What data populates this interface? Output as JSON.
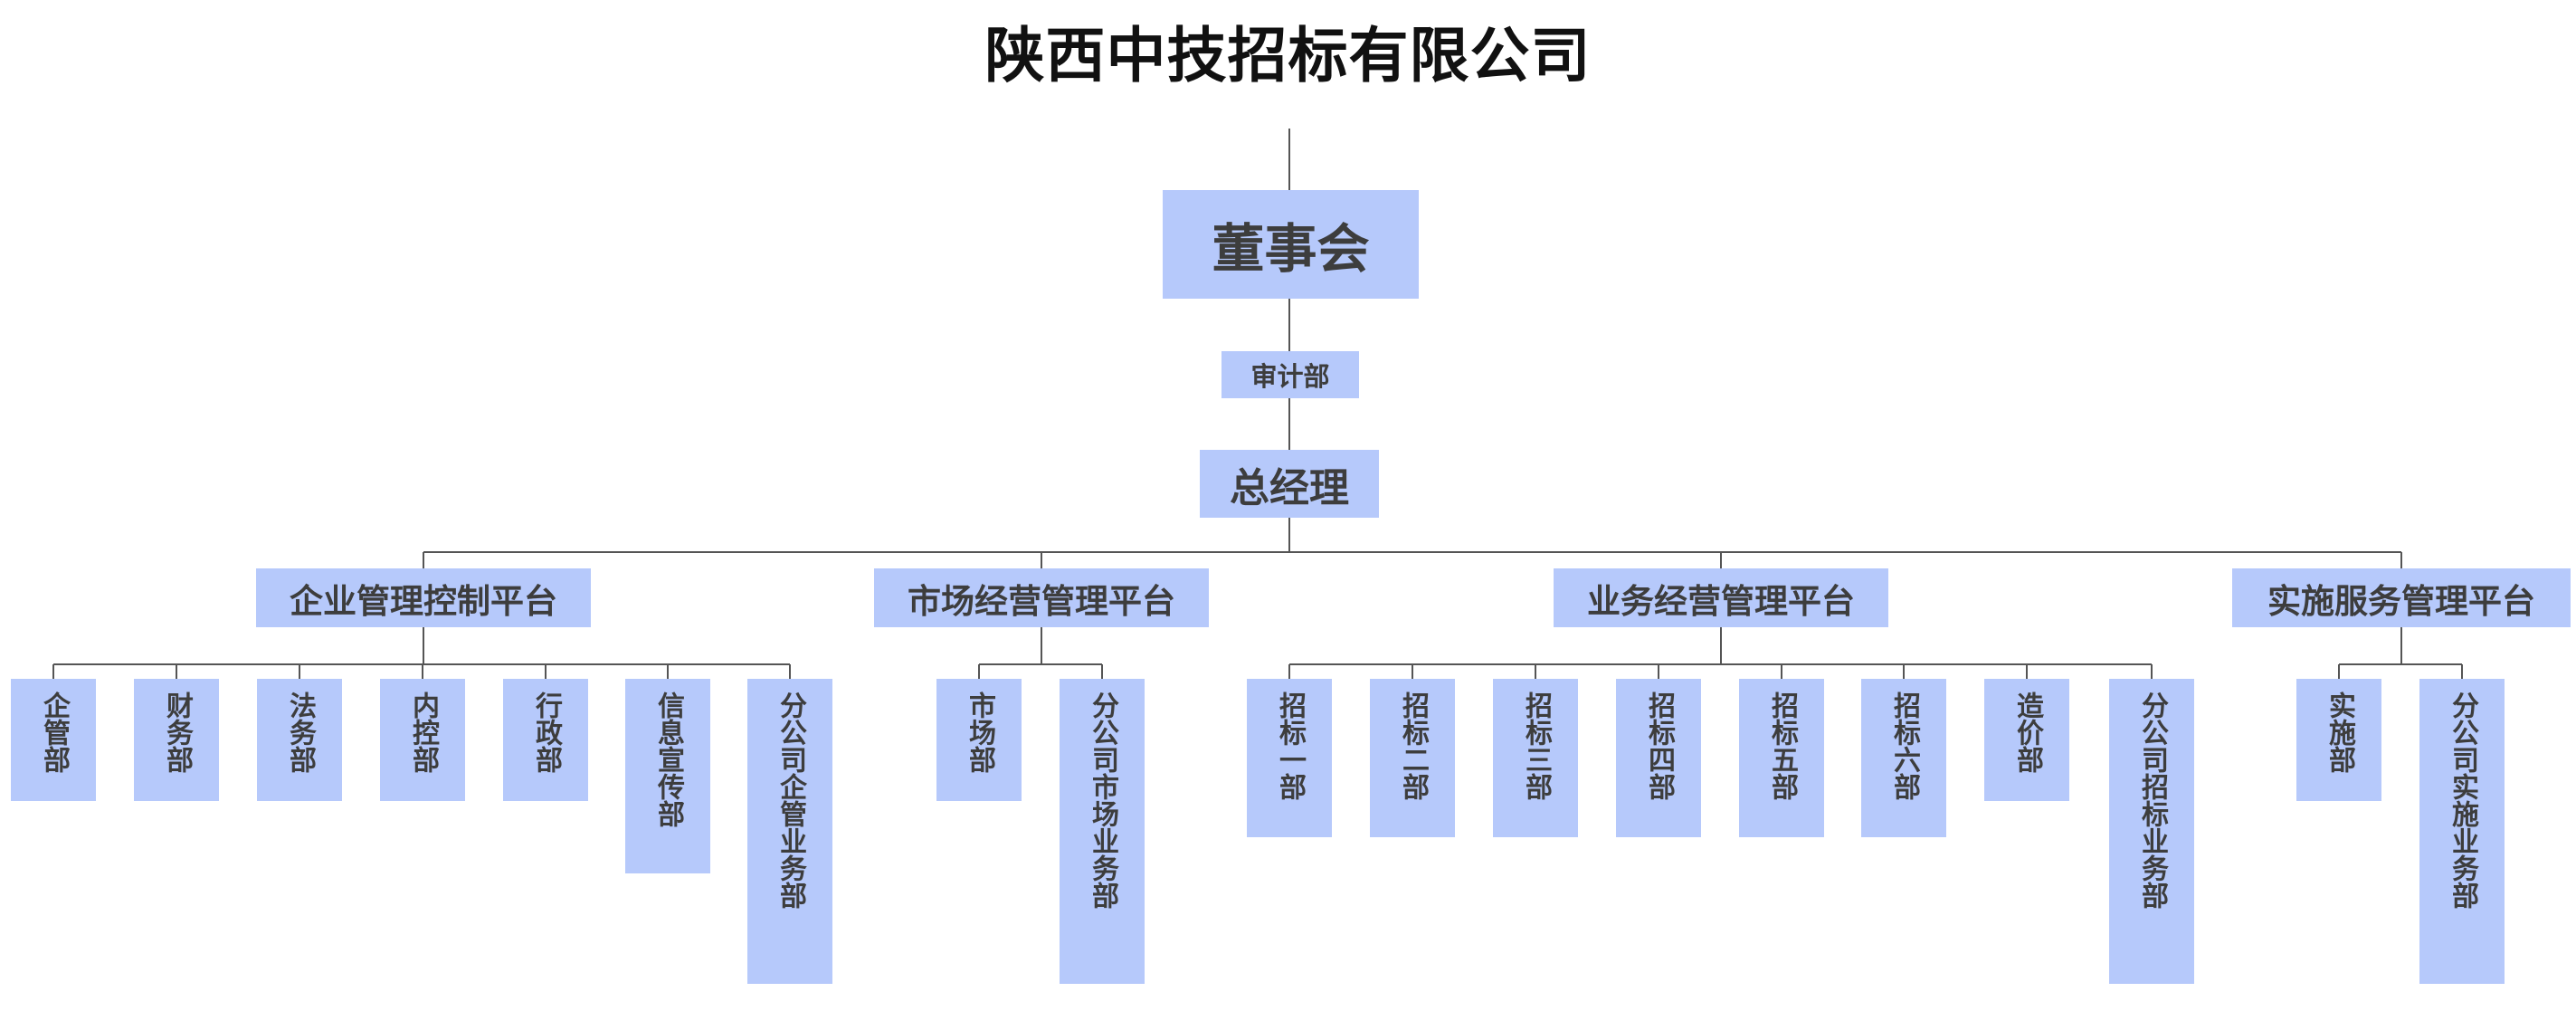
{
  "title": "陕西中技招标有限公司",
  "board": "董事会",
  "audit": "审计部",
  "general_manager": "总经理",
  "platforms": [
    {
      "name": "企业管理控制平台",
      "departments": [
        "企管部",
        "财务部",
        "法务部",
        "内控部",
        "行政部",
        "信息宣传部",
        "分公司企管业务部"
      ]
    },
    {
      "name": "市场经营管理平台",
      "departments": [
        "市场部",
        "分公司市场业务部"
      ]
    },
    {
      "name": "业务经营管理平台",
      "departments": [
        "招标一部",
        "招标二部",
        "招标三部",
        "招标四部",
        "招标五部",
        "招标六部",
        "造价部",
        "分公司招标业务部"
      ]
    },
    {
      "name": "实施服务管理平台",
      "departments": [
        "实施部",
        "分公司实施业务部"
      ]
    }
  ],
  "colors": {
    "box_fill": "#b6c9fb",
    "box_text": "#3d3d3d",
    "line": "#555555",
    "title": "#111111"
  }
}
